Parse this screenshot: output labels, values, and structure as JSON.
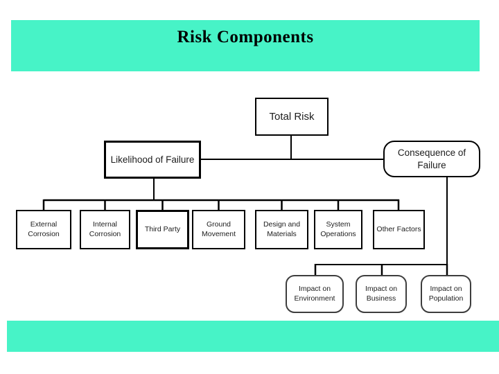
{
  "colors": {
    "banner": "#47F3C7",
    "line": "#000000",
    "node_text": "#1c1c1c",
    "title_text": "#000000"
  },
  "title": "Risk Components",
  "diagram": {
    "root": "Total Risk",
    "level2": {
      "likelihood": "Likelihood of Failure",
      "consequence": "Consequence of Failure"
    },
    "likelihood_children": [
      "External Corrosion",
      "Internal Corrosion",
      "Third Party",
      "Ground Movement",
      "Design and Materials",
      "System Operations",
      "Other Factors"
    ],
    "consequence_children": [
      "Impact on Environment",
      "Impact on Business",
      "Impact on Population"
    ]
  }
}
